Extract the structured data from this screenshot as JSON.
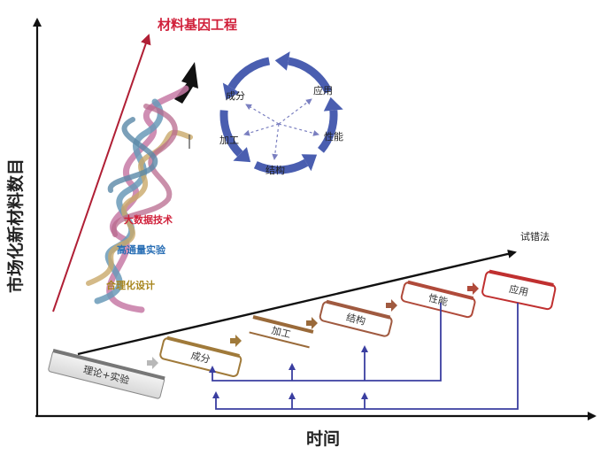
{
  "axes": {
    "y_label": "市场化新材料数目",
    "x_label": "时间"
  },
  "red_arrow": {
    "label": "材料基因工程",
    "color": "#c0243a"
  },
  "helix_labels": [
    {
      "text": "大数据技术",
      "color": "#d0203a"
    },
    {
      "text": "高通量实验",
      "color": "#2a6fb5"
    },
    {
      "text": "合理化设计",
      "color": "#a8861e"
    }
  ],
  "cycle": {
    "color": "#4a5eb0",
    "nodes": [
      "成分",
      "应用",
      "性能",
      "结构",
      "加工"
    ]
  },
  "trial_arrow": {
    "label": "试错法"
  },
  "steps": [
    {
      "label": "理论+实验",
      "color": "#9a9a9a"
    },
    {
      "label": "成分",
      "color": "#a07a3a"
    },
    {
      "label": "加工",
      "color": "#9a6a3a"
    },
    {
      "label": "结构",
      "color": "#a05a40"
    },
    {
      "label": "性能",
      "color": "#b04a3a"
    },
    {
      "label": "应用",
      "color": "#c03030"
    }
  ],
  "feedback_color": "#3a3ea0"
}
